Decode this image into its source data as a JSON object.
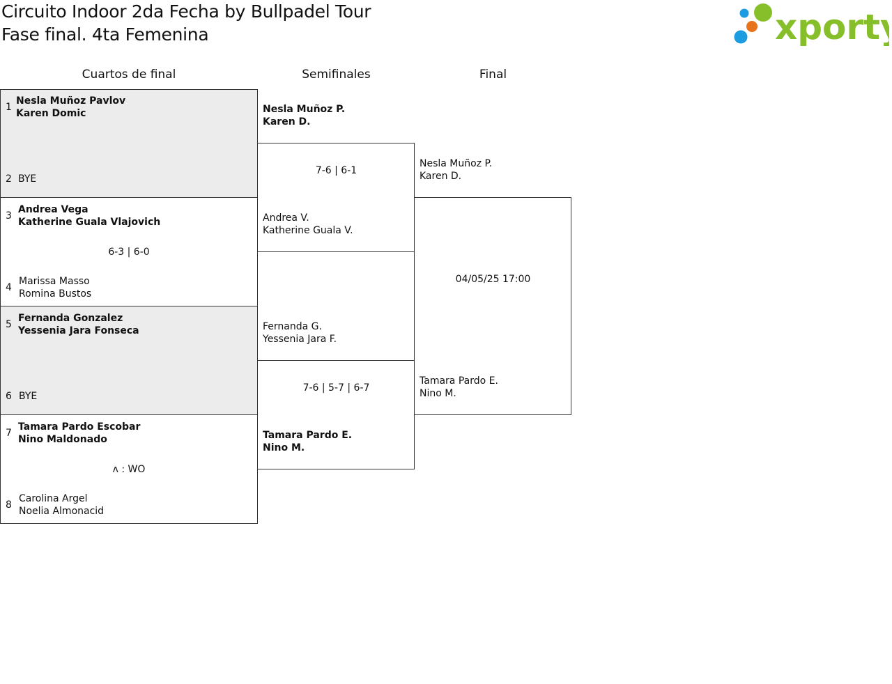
{
  "header": {
    "title_line1": "Circuito Indoor 2da Fecha by Bullpadel Tour",
    "title_line2": "Fase final. 4ta Femenina"
  },
  "logo": {
    "text": "xporty",
    "colors": [
      "#1b9be0",
      "#e8731a",
      "#86bf2a"
    ]
  },
  "rounds": [
    "Cuartos de final",
    "Semifinales",
    "Final"
  ],
  "quarterfinals": [
    {
      "top": {
        "seed": "1",
        "p1": "Nesla Muñoz Pavlov",
        "p2": "Karen Domic"
      },
      "bottom": {
        "seed": "2",
        "p1": "BYE",
        "p2": ""
      },
      "score": ""
    },
    {
      "top": {
        "seed": "3",
        "p1": "Andrea Vega",
        "p2": "Katherine Guala Vlajovich"
      },
      "bottom": {
        "seed": "4",
        "p1": "Marissa Masso",
        "p2": "Romina Bustos"
      },
      "score": "6-3 | 6-0"
    },
    {
      "top": {
        "seed": "5",
        "p1": "Fernanda Gonzalez",
        "p2": "Yessenia Jara Fonseca"
      },
      "bottom": {
        "seed": "6",
        "p1": "BYE",
        "p2": ""
      },
      "score": ""
    },
    {
      "top": {
        "seed": "7",
        "p1": "Tamara Pardo Escobar",
        "p2": "Nino Maldonado"
      },
      "bottom": {
        "seed": "8",
        "p1": "Carolina Argel",
        "p2": "Noelia Almonacid"
      },
      "score": "ʌ : WO"
    }
  ],
  "semifinals": [
    {
      "top": {
        "p1": "Nesla Muñoz P.",
        "p2": "Karen D."
      },
      "bottom": {
        "p1": "Andrea V.",
        "p2": "Katherine Guala V."
      },
      "score": "7-6 | 6-1"
    },
    {
      "top": {
        "p1": "Fernanda G.",
        "p2": "Yessenia Jara F."
      },
      "bottom": {
        "p1": "Tamara Pardo E.",
        "p2": "Nino M."
      },
      "score": "7-6 | 5-7 | 6-7"
    }
  ],
  "final": {
    "top": {
      "p1": "Nesla Muñoz P.",
      "p2": "Karen D."
    },
    "bottom": {
      "p1": "Tamara Pardo E.",
      "p2": "Nino M."
    },
    "score": "04/05/25 17:00"
  }
}
